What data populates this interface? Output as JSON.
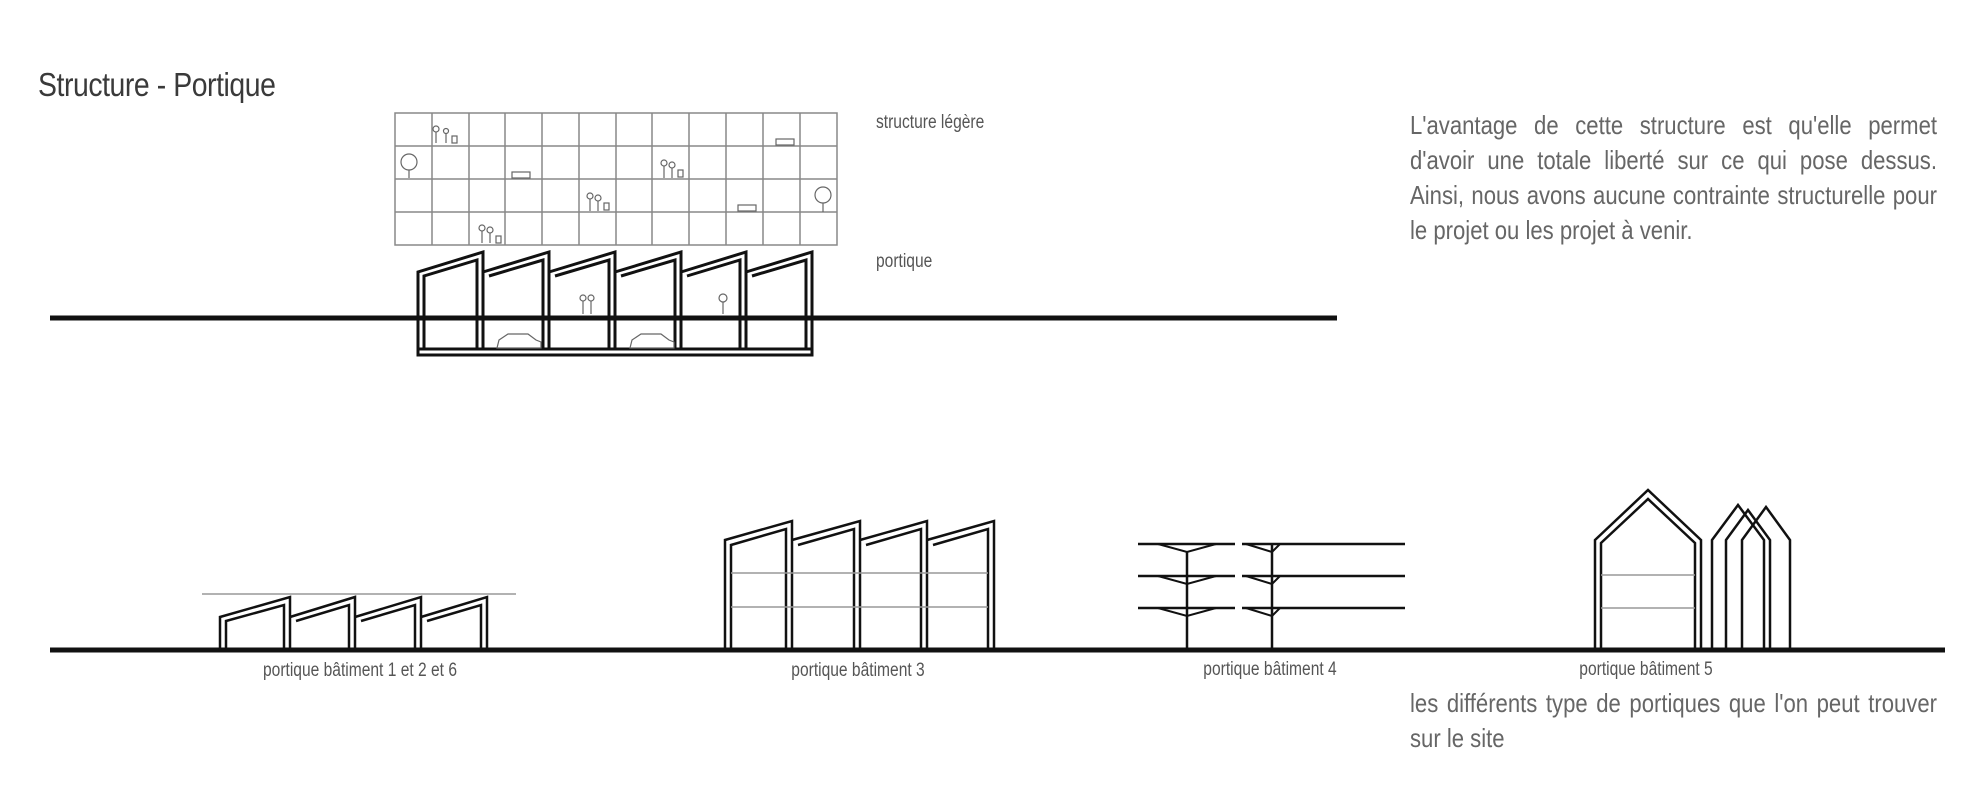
{
  "title": "Structure - Portique",
  "top_diagram": {
    "label_light": "structure légère",
    "label_frame": "portique"
  },
  "description": "L'avantage de cette structure est qu'elle permet d'avoir une totale liberté sur ce qui pose dessus. Ainsi, nous avons aucune contrainte structurelle pour le projet ou les projet à venir.",
  "bottom_captions": [
    "portique bâtiment 1 et 2 et 6",
    "portique bâtiment 3",
    "portique bâtiment 4",
    "portique bâtiment 5"
  ],
  "footer_text": "les différents type de portiques que l'on peut trouver sur le site"
}
